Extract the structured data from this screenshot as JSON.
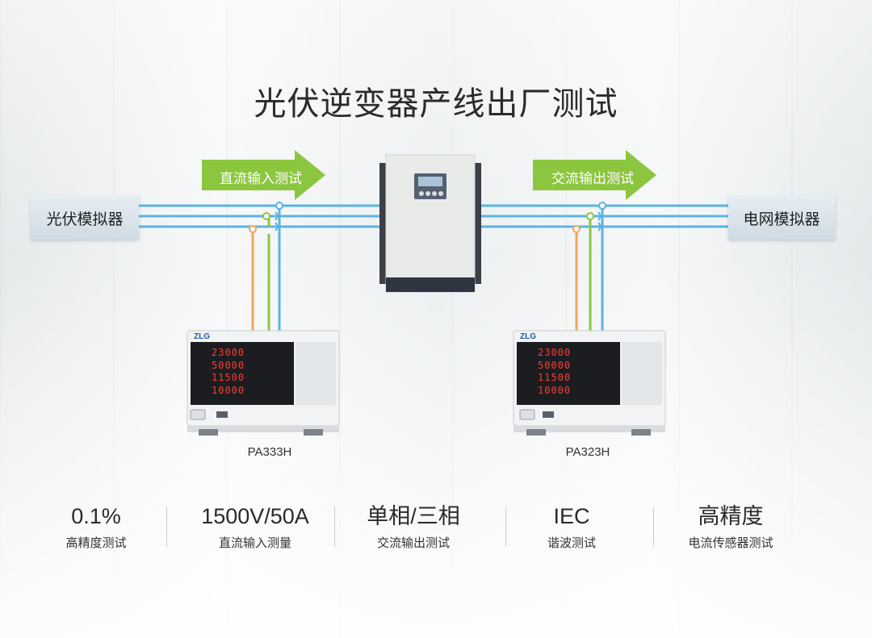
{
  "title": "光伏逆变器产线出厂测试",
  "boxes": {
    "pv_simulator": "光伏模拟器",
    "grid_simulator": "电网模拟器"
  },
  "arrows": {
    "dc_input": "直流输入测试",
    "ac_output": "交流输出测试"
  },
  "devices": {
    "left": {
      "model": "PA333H",
      "brand": "ZLG",
      "readings": [
        "23000",
        "50000",
        "11500",
        "10000"
      ]
    },
    "right": {
      "model": "PA323H",
      "brand": "ZLG",
      "readings": [
        "23000",
        "50000",
        "11500",
        "10000"
      ]
    }
  },
  "colors": {
    "arrow_green": "#8cc63f",
    "line_blue": "#5bb3e0",
    "line_green": "#8cc63f",
    "line_orange": "#f2a65a"
  },
  "stats": [
    {
      "value": "0.1%",
      "label": "高精度测试"
    },
    {
      "value": "1500V/50A",
      "label": "直流输入测量"
    },
    {
      "value": "单相/三相",
      "label": "交流输出测试"
    },
    {
      "value": "IEC",
      "label": "谐波测试"
    },
    {
      "value": "高精度",
      "label": "电流传感器测试"
    }
  ]
}
